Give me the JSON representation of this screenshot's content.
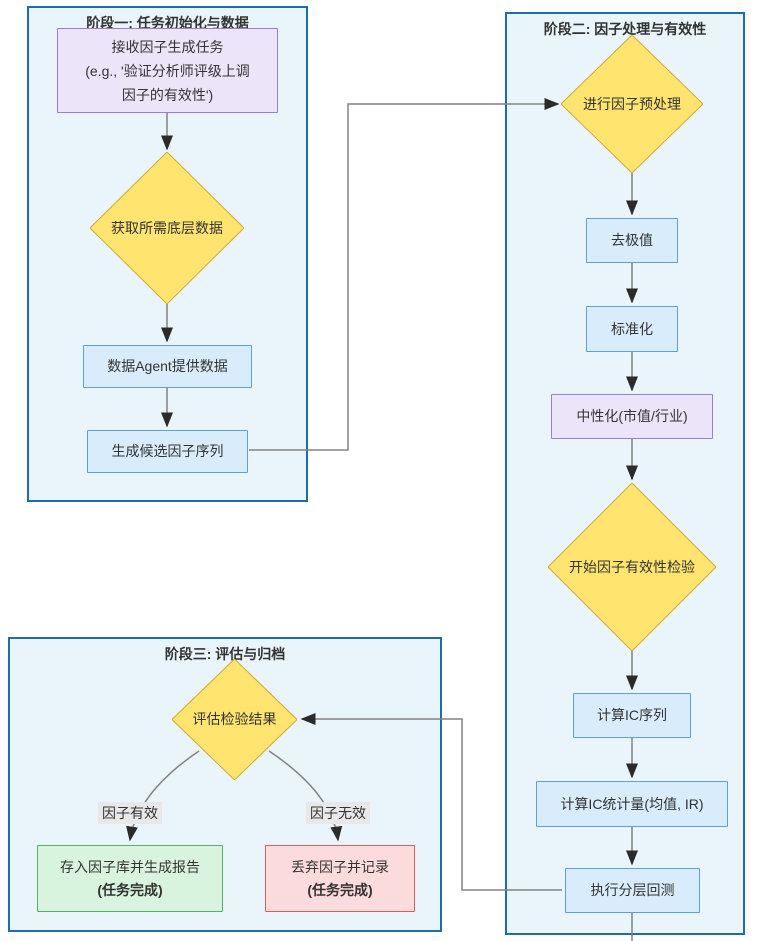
{
  "stage1": {
    "title": "阶段一: 任务初始化与数据",
    "receive_task": {
      "line1": "接收因子生成任务",
      "line2": "(e.g., '验证分析师评级上调",
      "line3": "因子的有效性')"
    },
    "fetch_data": "获取所需底层数据",
    "data_agent": "数据Agent提供数据",
    "gen_candidates": "生成候选因子序列"
  },
  "stage2": {
    "title": "阶段二: 因子处理与有效性",
    "preprocess": "进行因子预处理",
    "winsorize": "去极值",
    "standardize": "标准化",
    "neutralize": "中性化(市值/行业)",
    "validity_check": "开始因子有效性检验",
    "ic_series": "计算IC序列",
    "ic_stats": "计算IC统计量(均值, IR)",
    "backtest": "执行分层回测"
  },
  "stage3": {
    "title": "阶段三: 评估与归档",
    "evaluate": "评估检验结果",
    "label_valid": "因子有效",
    "label_invalid": "因子无效",
    "archive": {
      "line1": "存入因子库并生成报告",
      "line2": "(任务完成)"
    },
    "discard": {
      "line1": "丢弃因子并记录",
      "line2": "(任务完成)"
    }
  },
  "colors": {
    "container_border": "#1c6ea8",
    "container_fill": "#e9f4fb",
    "node_blue_fill": "#d9ecfb",
    "node_blue_border": "#5ba0d8",
    "node_purple_fill": "#ece4f9",
    "node_purple_border": "#9a7fd1",
    "diamond_fill": "#ffe570",
    "diamond_border": "#d1a936",
    "green_fill": "#d9f4de",
    "green_border": "#55b264",
    "red_fill": "#fbdbdb",
    "red_border": "#e25c5c",
    "edge": "#828282",
    "arrowhead": "#2b2b2b",
    "label_bg": "#e8e8e8"
  }
}
